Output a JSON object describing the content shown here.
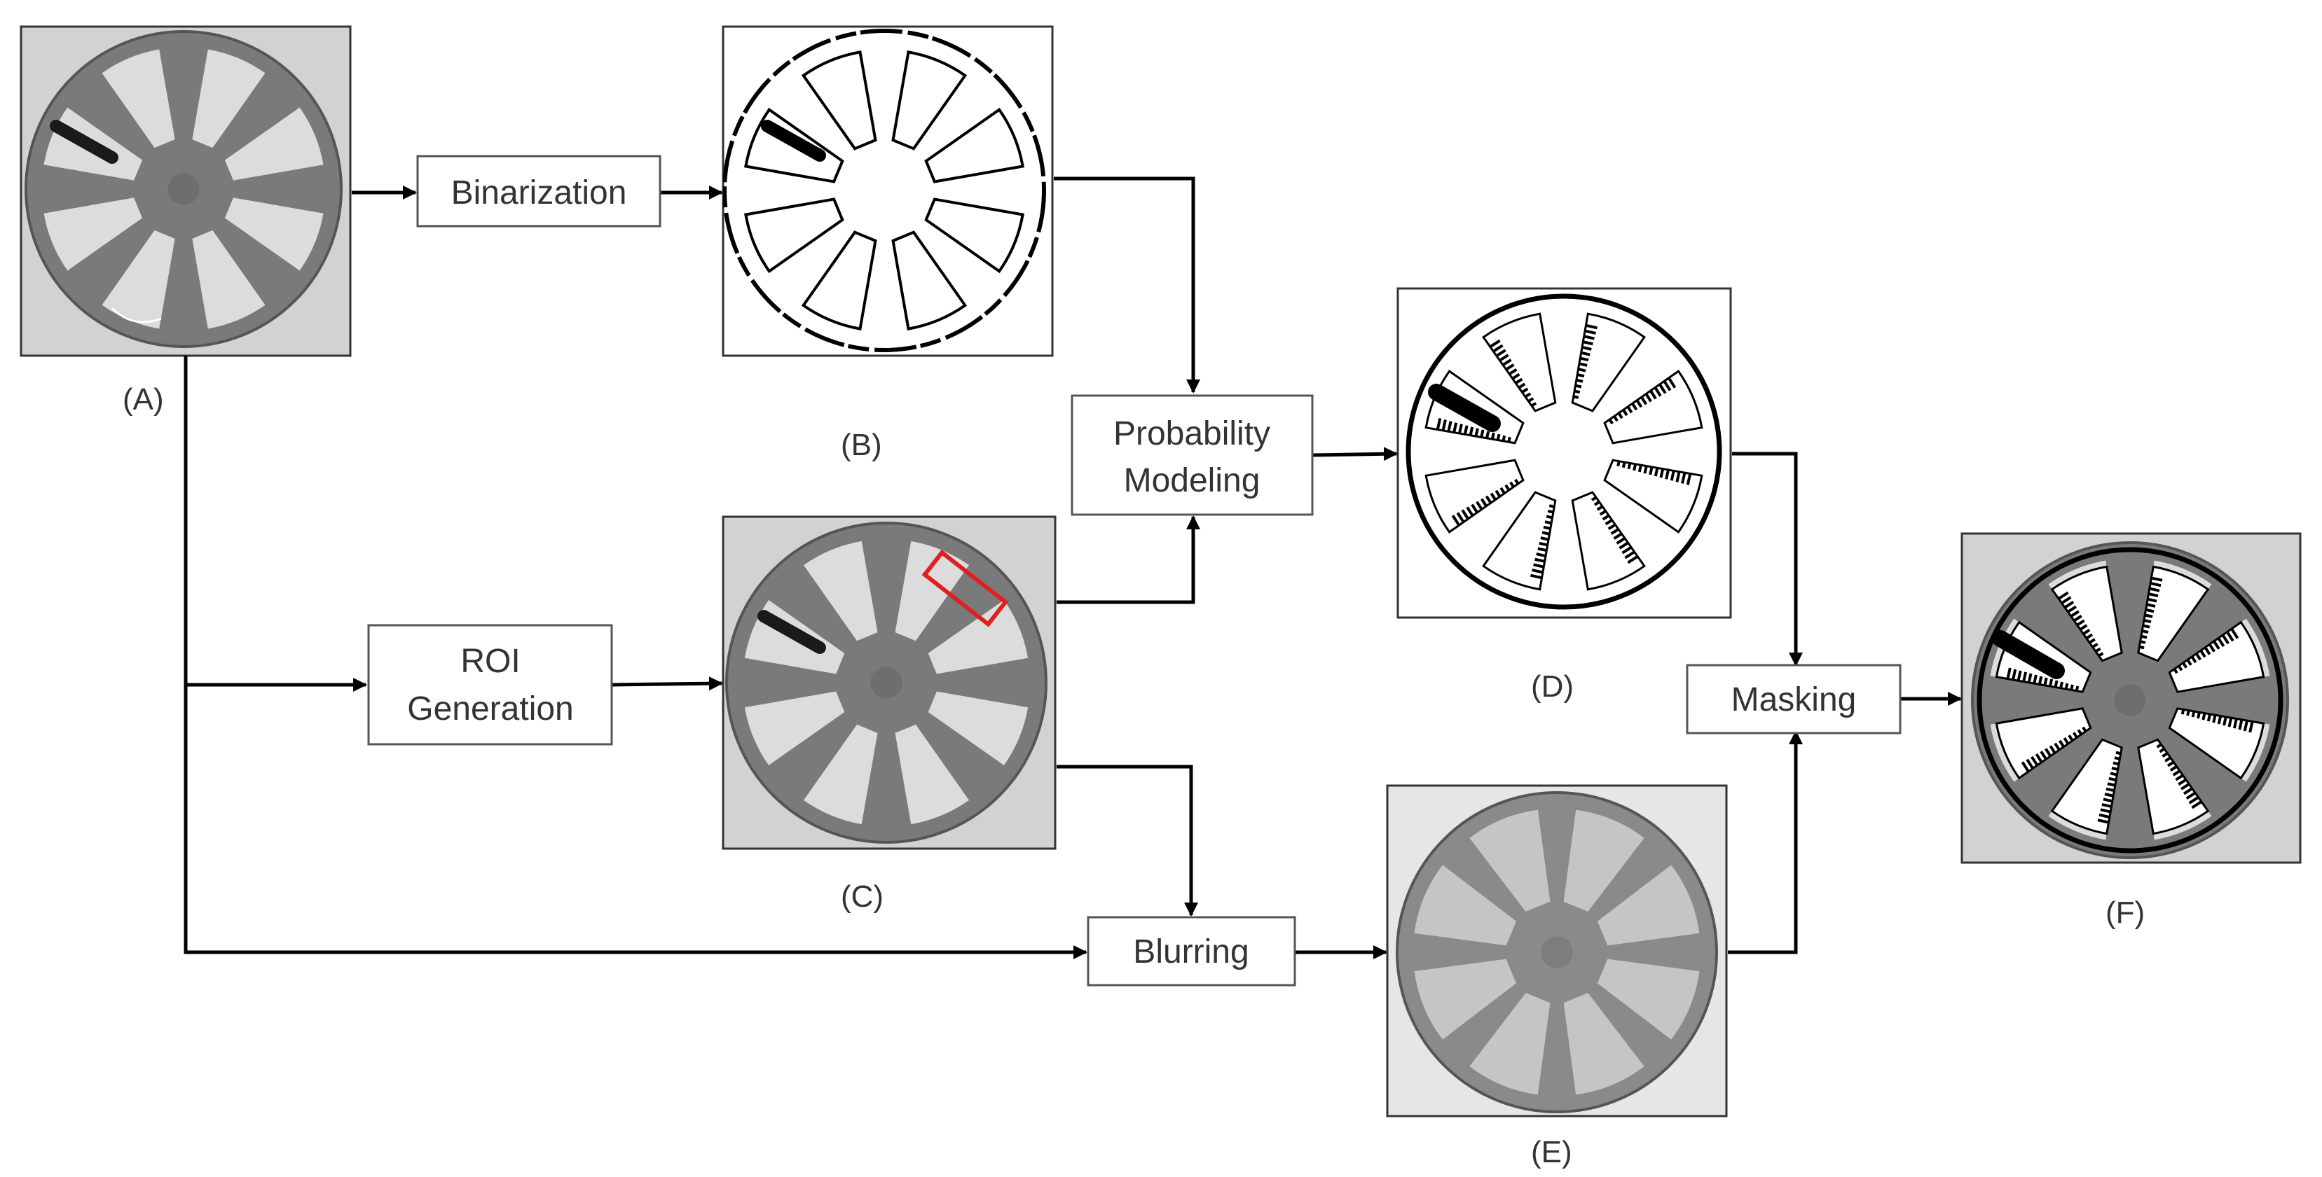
{
  "colors": {
    "background": "#ffffff",
    "image_frame": "#333333",
    "wheel_gray": "#7a7a7a",
    "backdrop_gray": "#d2d2d2",
    "roi_marker": "#e02020",
    "arrow": "#000000"
  },
  "images": [
    {
      "id": "A",
      "label": "(A)",
      "content": "input wafer grayscale image"
    },
    {
      "id": "B",
      "label": "(B)",
      "content": "binarized image"
    },
    {
      "id": "C",
      "label": "(C)",
      "content": "image with ROI marker"
    },
    {
      "id": "D",
      "label": "(D)",
      "content": "probability model output"
    },
    {
      "id": "E",
      "label": "(E)",
      "content": "blurred image"
    },
    {
      "id": "F",
      "label": "(F)",
      "content": "masked final result"
    }
  ],
  "processes": {
    "binarization": {
      "lines": [
        "Binarization"
      ]
    },
    "probability": {
      "lines": [
        "Probability",
        "Modeling"
      ]
    },
    "roi": {
      "lines": [
        "ROI",
        "Generation"
      ]
    },
    "blurring": {
      "lines": [
        "Blurring"
      ]
    },
    "masking": {
      "lines": [
        "Masking"
      ]
    }
  },
  "edges": [
    {
      "from": "A",
      "to": "binarization"
    },
    {
      "from": "binarization",
      "to": "B"
    },
    {
      "from": "B",
      "to": "probability"
    },
    {
      "from": "A",
      "to": "roi"
    },
    {
      "from": "roi",
      "to": "C"
    },
    {
      "from": "C",
      "to": "probability"
    },
    {
      "from": "C",
      "to": "blurring"
    },
    {
      "from": "A",
      "to": "blurring"
    },
    {
      "from": "probability",
      "to": "D"
    },
    {
      "from": "blurring",
      "to": "E"
    },
    {
      "from": "D",
      "to": "masking"
    },
    {
      "from": "E",
      "to": "masking"
    },
    {
      "from": "masking",
      "to": "F"
    }
  ]
}
